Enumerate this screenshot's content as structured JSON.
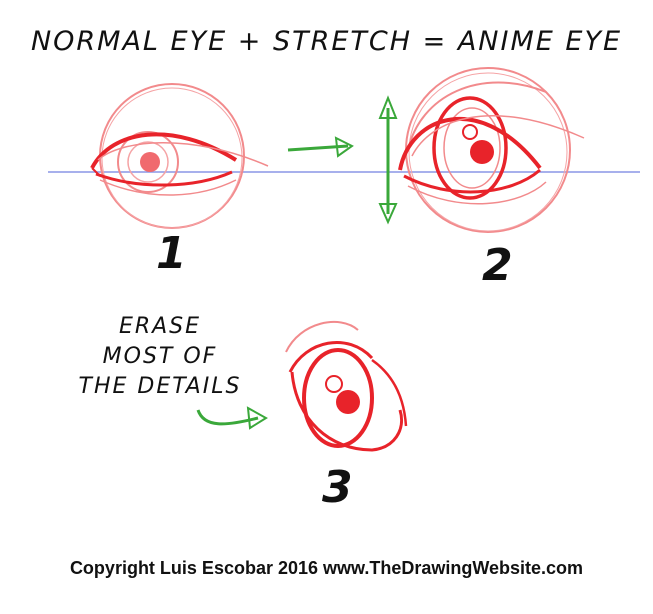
{
  "title": "NORMAL EYE + STRETCH = ANIME EYE",
  "steps": [
    {
      "number": "1"
    },
    {
      "number": "2"
    },
    {
      "number": "3"
    }
  ],
  "note_lines": [
    "ERASE",
    "MOST OF",
    "THE DETAILS"
  ],
  "copyright": "Copyright Luis Escobar 2016 www.TheDrawingWebsite.com",
  "colors": {
    "eye_line": "#e8232a",
    "eye_light": "#f28a8c",
    "guide": "#8a96e6",
    "arrow": "#3aa83a",
    "text": "#111111"
  },
  "icons": [
    "right-arrow-icon",
    "vertical-stretch-arrow-icon"
  ]
}
